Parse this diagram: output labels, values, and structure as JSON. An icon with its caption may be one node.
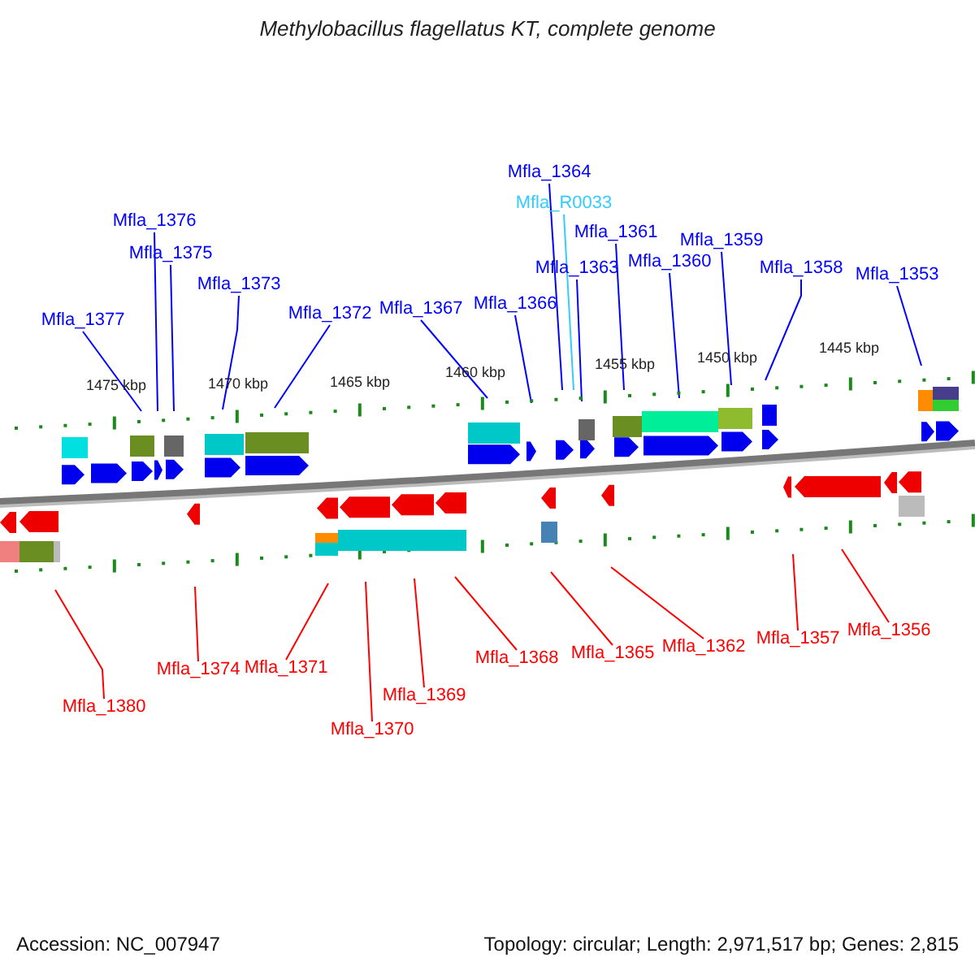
{
  "diagram": {
    "title": "Methylobacillus flagellatus KT, complete genome",
    "nodes": [
      {
        "text": [
          "Mfla_1364"
        ]
      },
      {
        "text": [
          "Mfla_R0033"
        ]
      },
      {
        "text": [
          "Mfla_1376"
        ]
      },
      {
        "text": [
          "Mfla_1361"
        ]
      },
      {
        "text": [
          "Mfla_1359"
        ]
      },
      {
        "text": [
          "Mfla_1375"
        ]
      },
      {
        "text": [
          "Mfla_1360"
        ]
      },
      {
        "text": [
          "Mfla_1363"
        ]
      },
      {
        "text": [
          "Mfla_1358"
        ]
      },
      {
        "text": [
          "Mfla_1353"
        ]
      },
      {
        "text": [
          "Mfla_1373"
        ]
      },
      {
        "text": [
          "Mfla_1366"
        ]
      },
      {
        "text": [
          "Mfla_1367"
        ]
      },
      {
        "text": [
          "Mfla_1372"
        ]
      },
      {
        "text": [
          "Mfla_1377"
        ]
      },
      {
        "text": [
          "Mfla_1356"
        ]
      },
      {
        "text": [
          "Mfla_1357"
        ]
      },
      {
        "text": [
          "Mfla_1362"
        ]
      },
      {
        "text": [
          "Mfla_1365"
        ]
      },
      {
        "text": [
          "Mfla_1368"
        ]
      },
      {
        "text": [
          "Mfla_1374"
        ]
      },
      {
        "text": [
          "Mfla_1371"
        ]
      },
      {
        "text": [
          "Mfla_1380"
        ]
      },
      {
        "text": [
          "Mfla_1369"
        ]
      },
      {
        "text": [
          "Mfla_1370"
        ]
      }
    ],
    "edges": [
      {
        "from": 0,
        "to": null,
        "arrow": "none"
      },
      {
        "from": 1,
        "to": null,
        "arrow": "none",
        "color": "#33ccff"
      },
      {
        "from": 2,
        "to": null,
        "arrow": "none"
      },
      {
        "from": 3,
        "to": null,
        "arrow": "none"
      },
      {
        "from": 4,
        "to": null,
        "arrow": "none"
      },
      {
        "from": 5,
        "to": null,
        "arrow": "none"
      },
      {
        "from": 6,
        "to": null,
        "arrow": "none"
      },
      {
        "from": 7,
        "to": null,
        "arrow": "none"
      },
      {
        "from": 8,
        "to": null,
        "arrow": "none"
      },
      {
        "from": 9,
        "to": null,
        "arrow": "none"
      },
      {
        "from": 10,
        "to": null,
        "arrow": "none"
      },
      {
        "from": 11,
        "to": null,
        "arrow": "none"
      },
      {
        "from": 12,
        "to": null,
        "arrow": "none"
      },
      {
        "from": 13,
        "to": null,
        "arrow": "none"
      },
      {
        "from": 14,
        "to": null,
        "arrow": "none"
      },
      {
        "from": 15,
        "to": null,
        "arrow": "none",
        "color": "#ff0000"
      },
      {
        "from": 16,
        "to": null,
        "arrow": "none",
        "color": "#ff0000"
      },
      {
        "from": 17,
        "to": null,
        "arrow": "none",
        "color": "#ff0000"
      },
      {
        "from": 18,
        "to": null,
        "arrow": "none",
        "color": "#ff0000"
      },
      {
        "from": 19,
        "to": null,
        "arrow": "none",
        "color": "#ff0000"
      },
      {
        "from": 20,
        "to": null,
        "arrow": "none",
        "color": "#ff0000"
      },
      {
        "from": 21,
        "to": null,
        "arrow": "none",
        "color": "#ff0000"
      },
      {
        "from": 22,
        "to": null,
        "arrow": "none",
        "color": "#ff0000"
      },
      {
        "from": 23,
        "to": null,
        "arrow": "none",
        "color": "#ff0000"
      },
      {
        "from": 24,
        "to": null,
        "arrow": "none",
        "color": "#ff0000"
      }
    ],
    "labels": [
      "1475 kbp",
      "1470 kbp",
      "1465 kbp",
      "1460 kbp",
      "1455 kbp",
      "1450 kbp",
      "1445 kbp",
      "Accession: NC_007947",
      "Topology: circular; Length: 2,971,517 bp; Genes: 2,815"
    ]
  }
}
